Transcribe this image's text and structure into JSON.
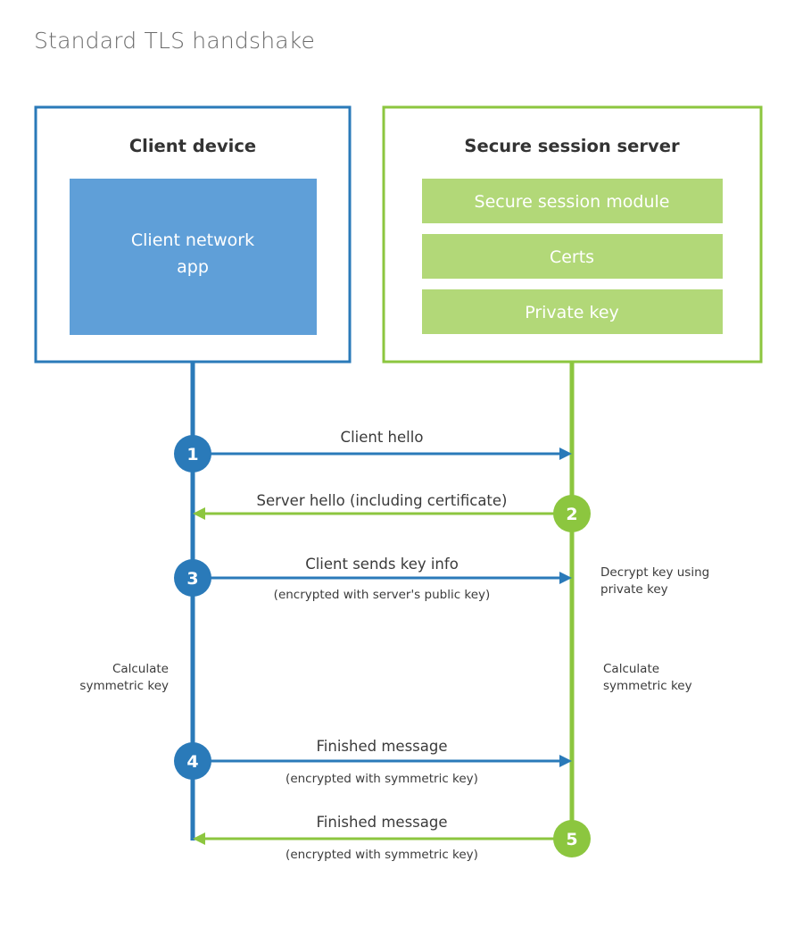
{
  "title": "Standard TLS handshake",
  "colors": {
    "client_blue": "#2a7ab9",
    "client_fill": "#5f9fd8",
    "server_green": "#8cc63f",
    "server_fill": "#b2d878",
    "text_dark": "#333333",
    "text_body": "#3b3b3b",
    "title_gray": "#6a6a6a",
    "background": "#ffffff"
  },
  "client_panel": {
    "title": "Client device",
    "inner_box_lines": [
      "Client network",
      "app"
    ],
    "inner_box_label": "Client network app"
  },
  "server_panel": {
    "title": "Secure session server",
    "modules": [
      {
        "label": "Secure session module"
      },
      {
        "label": "Certs"
      },
      {
        "label": "Private key"
      }
    ]
  },
  "steps": [
    {
      "number": "1",
      "label": "Client hello",
      "sublabel": "",
      "direction": "client-to-server",
      "actor": "client",
      "color": "#2a7ab9"
    },
    {
      "number": "2",
      "label": "Server hello (including certificate)",
      "sublabel": "",
      "direction": "server-to-client",
      "actor": "server",
      "color": "#8cc63f"
    },
    {
      "number": "3",
      "label": "Client sends key info",
      "sublabel": "(encrypted with server's public key)",
      "direction": "client-to-server",
      "actor": "client",
      "color": "#2a7ab9"
    },
    {
      "number": "4",
      "label": "Finished message",
      "sublabel": "(encrypted with symmetric key)",
      "direction": "client-to-server",
      "actor": "client",
      "color": "#2a7ab9"
    },
    {
      "number": "5",
      "label": "Finished message",
      "sublabel": "(encrypted with symmetric key)",
      "direction": "server-to-client",
      "actor": "server",
      "color": "#8cc63f"
    }
  ],
  "notes": {
    "decrypt_key": {
      "line1": "Decrypt key using",
      "line2": "private key"
    },
    "calc_client": {
      "line1": "Calculate",
      "line2": "symmetric key"
    },
    "calc_server": {
      "line1": "Calculate",
      "line2": "symmetric key"
    }
  }
}
